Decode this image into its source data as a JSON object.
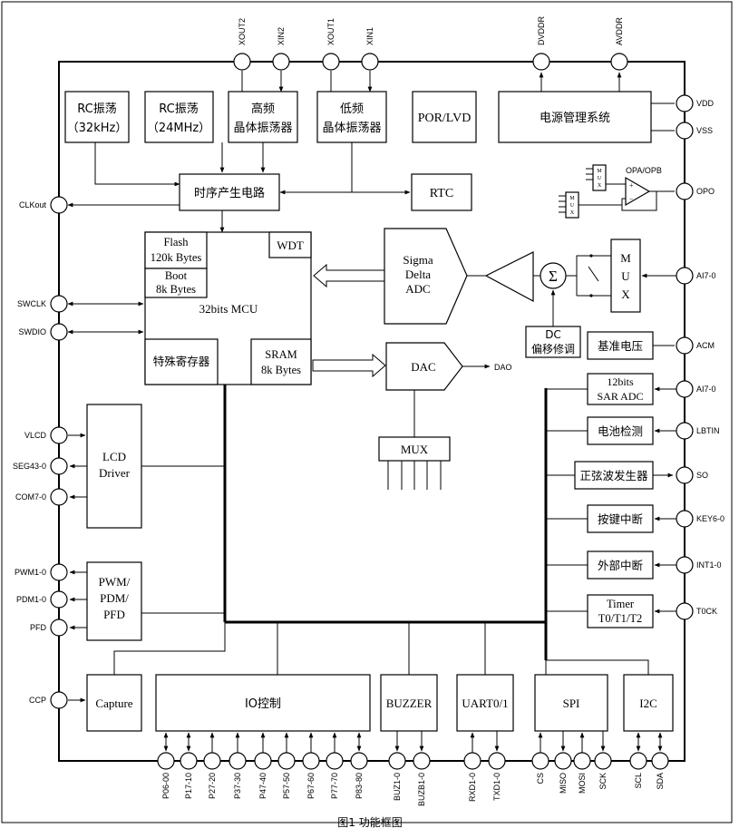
{
  "blocks": {
    "rc32k": [
      "RC振荡",
      "（32kHz）"
    ],
    "rc24m": [
      "RC振荡",
      "（24MHz）"
    ],
    "hfxo": [
      "高频",
      "晶体振荡器"
    ],
    "lfxo": [
      "低频",
      "晶体振荡器"
    ],
    "porlvd": "POR/LVD",
    "pmu": "电源管理系统",
    "timing": "时序产生电路",
    "rtc": "RTC",
    "flash": [
      "Flash",
      "120k Bytes"
    ],
    "boot": [
      "Boot",
      "8k Bytes"
    ],
    "wdt": "WDT",
    "mcu": "32bits MCU",
    "sfr": "特殊寄存器",
    "sram": [
      "SRAM",
      "8k Bytes"
    ],
    "sdadc": [
      "Sigma",
      "Delta",
      "ADC"
    ],
    "dac": "DAC",
    "dac_out": "DAO",
    "mux_main": [
      "M",
      "U",
      "X"
    ],
    "mux_bottom": "MUX",
    "sigma": "Σ",
    "dc_offset": [
      "DC",
      "偏移修调"
    ],
    "opa_label": "OPA/OPB",
    "mux_small": [
      "M",
      "U",
      "X"
    ],
    "vref": "基准电压",
    "saradc": [
      "12bits",
      "SAR ADC"
    ],
    "battery": "电池检测",
    "sine": "正弦波发生器",
    "keyint": "按键中断",
    "extint": "外部中断",
    "timer": [
      "Timer",
      "T0/T1/T2"
    ],
    "lcd": [
      "LCD",
      "Driver"
    ],
    "pwm": [
      "PWM/",
      "PDM/",
      "PFD"
    ],
    "capture": "Capture",
    "io": "IO控制",
    "buzzer": "BUZZER",
    "uart": "UART0/1",
    "spi": "SPI",
    "i2c": "I2C"
  },
  "pins": {
    "top": [
      "XOUT2",
      "XIN2",
      "XOUT1",
      "XIN1",
      "DVDDR",
      "AVDDR"
    ],
    "left": [
      "CLKout",
      "SWCLK",
      "SWDIO",
      "VLCD",
      "SEG43-0",
      "COM7-0",
      "PWM1-0",
      "PDM1-0",
      "PFD",
      "CCP"
    ],
    "right": [
      "VDD",
      "VSS",
      "OPO",
      "AI7-0",
      "ACM",
      "AI7-0",
      "LBTIN",
      "SO",
      "KEY6-0",
      "INT1-0",
      "T0CK"
    ],
    "bottom": [
      "P06-00",
      "P17-10",
      "P27-20",
      "P37-30",
      "P47-40",
      "P57-50",
      "P67-60",
      "P77-70",
      "P83-80",
      "BUZ1-0",
      "BUZB1-0",
      "RXD1-0",
      "TXD1-0",
      "CS",
      "MISO",
      "MOSI",
      "SCK",
      "SCL",
      "SDA"
    ]
  },
  "caption": "图1  功能框图"
}
